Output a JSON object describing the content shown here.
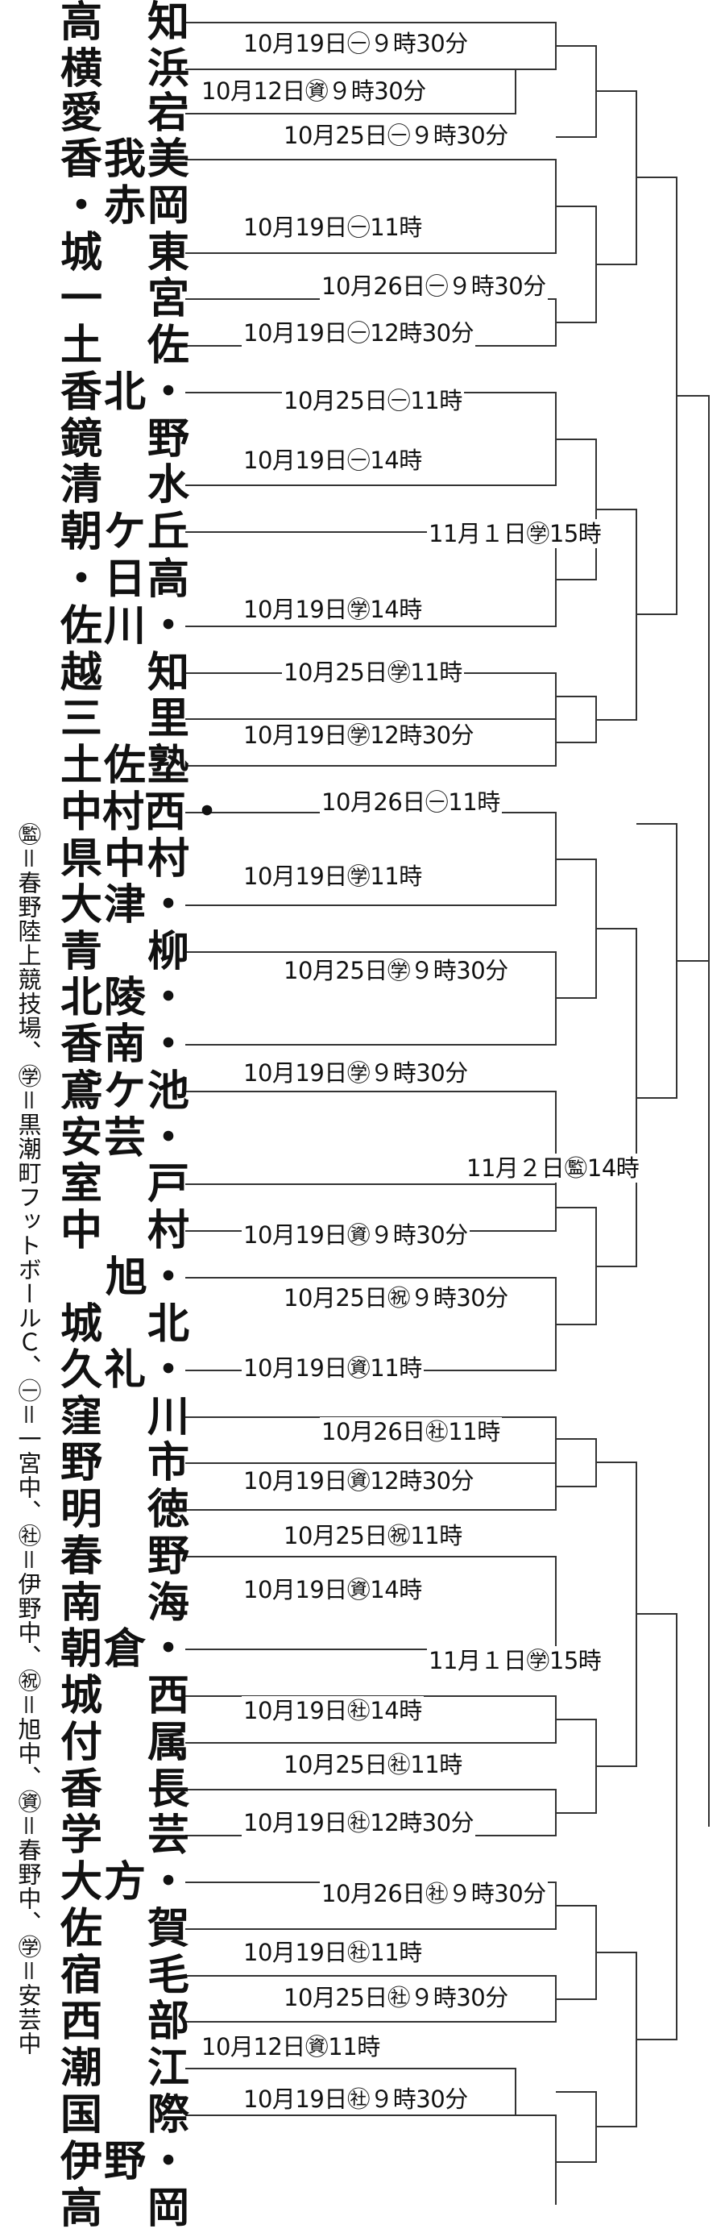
{
  "teams": [
    "高　知",
    "横　浜",
    "愛　宕",
    "香我美",
    "・赤岡",
    "城　東",
    "一　宮",
    "土　佐",
    "香北・",
    "鏡　野",
    "清　水",
    "朝ケ丘",
    "・日高",
    "佐川・",
    "越　知",
    "三　里",
    "土佐塾",
    "中村西・",
    "県中村",
    "大津・",
    "青　柳",
    "北陵・",
    "香南・",
    "鳶ケ池",
    "安芸・",
    "室　戸",
    "中　村",
    "旭・",
    "城　北",
    "久礼・",
    "窪　川",
    "野　市",
    "明　徳",
    "春　野",
    "南　海",
    "朝倉・",
    "城　西",
    "付　属",
    "香　長",
    "学　芸",
    "大方・",
    "佐　賀",
    "宿　毛",
    "西　部",
    "潮　江",
    "国　際",
    "伊野・",
    "高　岡"
  ],
  "matches": [
    "10月19日㊀９時30分",
    "10月12日㊮９時30分",
    "10月25日㊀９時30分",
    "10月19日㊀11時",
    "10月26日㊀９時30分",
    "10月19日㊀12時30分",
    "10月25日㊀11時",
    "10月19日㊀14時",
    "11月１日㊫15時",
    "10月19日㊫14時",
    "10月25日㊫11時",
    "10月19日㊫12時30分",
    "10月26日㊀11時",
    "10月19日㊫11時",
    "10月25日㊫９時30分",
    "10月19日㊫９時30分",
    "11月２日㊬14時",
    "10月19日㊮９時30分",
    "10月25日㊗９時30分",
    "10月19日㊮11時",
    "10月26日㊓11時",
    "10月19日㊮12時30分",
    "10月25日㊗11時",
    "10月19日㊮14時",
    "11月１日㊫15時",
    "10月19日㊓14時",
    "10月25日㊓11時",
    "10月19日㊓12時30分",
    "10月26日㊓９時30分",
    "10月19日㊓11時",
    "10月25日㊓９時30分",
    "10月12日㊮11時",
    "10月19日㊓９時30分"
  ],
  "legend": "㊬＝春野陸上競技場、㊫＝黒潮町フットボールＣ、㊀＝一宮中、㊓＝伊野中、㊗＝旭中、㊮＝春野中、㊫＝安芸中",
  "colors": {
    "line": "#333333",
    "text": "#111111"
  }
}
